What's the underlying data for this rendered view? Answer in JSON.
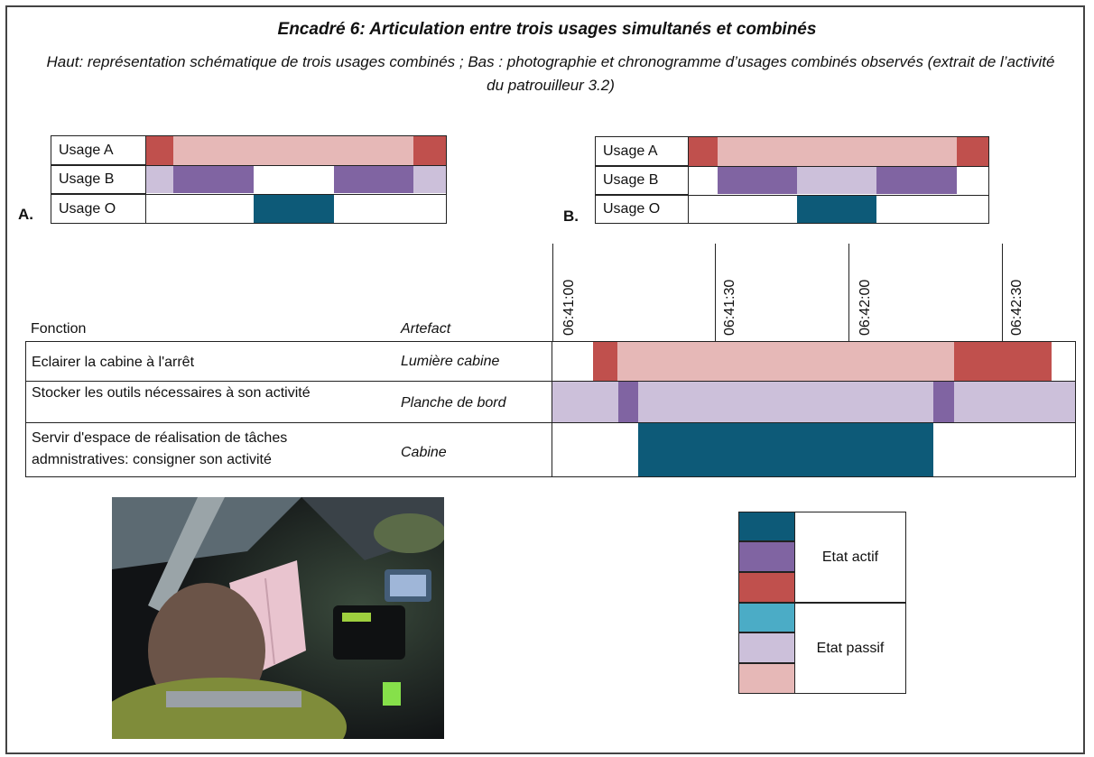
{
  "header": {
    "title": "Encadré 6: Articulation entre trois usages simultanés et combinés",
    "subtitle": "Haut: représentation schématique de trois usages combinés ; Bas : photographie et chronogramme d’usages combinés observés (extrait de l’activité du patrouilleur 3.2)"
  },
  "colors": {
    "active_dark_teal": "#0d5a78",
    "active_purple": "#8064a2",
    "active_red": "#c0504d",
    "passive_light_teal": "#4bacc6",
    "passive_lavender": "#ccc0da",
    "passive_pink": "#e6b8b7"
  },
  "schema_a": {
    "letter": "A.",
    "rows": [
      "Usage A",
      "Usage B",
      "Usage O"
    ]
  },
  "schema_b": {
    "letter": "B.",
    "rows": [
      "Usage A",
      "Usage B",
      "Usage O"
    ]
  },
  "chronogram": {
    "col_function": "Fonction",
    "col_artefact": "Artefact",
    "times": [
      "06:41:00",
      "06:41:30",
      "06:42:00",
      "06:42:30"
    ],
    "rows": [
      {
        "fonction": "Eclairer la cabine à l'arrêt",
        "artefact": "Lumière cabine"
      },
      {
        "fonction": "Stocker les outils nécessaires à son activité",
        "artefact": "Planche de bord"
      },
      {
        "fonction": "Servir d'espace de réalisation de tâches admnistratives: consigner son activité",
        "artefact": "Cabine"
      }
    ]
  },
  "legend": {
    "active": "Etat actif",
    "passive": "Etat passif"
  },
  "photo": {
    "icon": "photo-icon"
  }
}
